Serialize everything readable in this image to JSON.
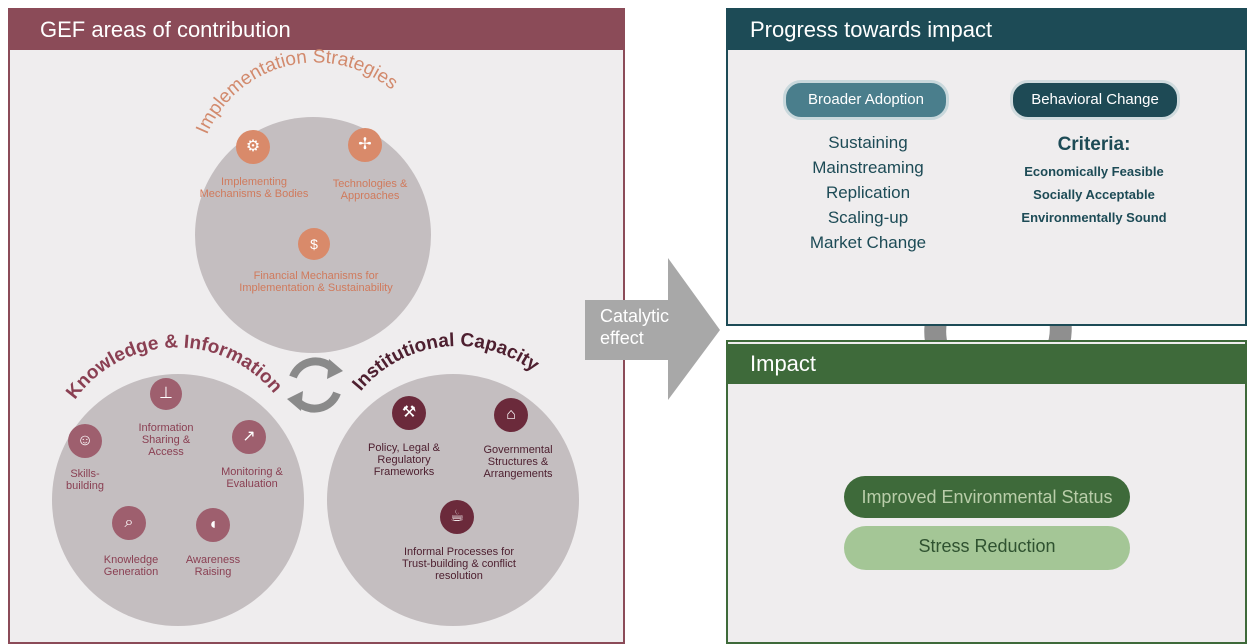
{
  "left": {
    "header": "GEF areas of contribution",
    "implementation": {
      "title": "Implementation Strategies",
      "items": [
        {
          "label": "Implementing Mechanisms & Bodies",
          "icon": "gears-icon"
        },
        {
          "label": "Technologies & Approaches",
          "icon": "wind-turbine-icon"
        },
        {
          "label": "Financial Mechanisms for Implementation & Sustainability",
          "icon": "money-bag-icon"
        }
      ]
    },
    "knowledge": {
      "title": "Knowledge & Information",
      "items": [
        {
          "label": "Information Sharing & Access",
          "icon": "org-chart-icon"
        },
        {
          "label": "Skills-building",
          "icon": "people-icon"
        },
        {
          "label": "Monitoring & Evaluation",
          "icon": "chart-icon"
        },
        {
          "label": "Knowledge Generation",
          "icon": "magnifier-icon"
        },
        {
          "label": "Awareness Raising",
          "icon": "megaphone-icon"
        }
      ]
    },
    "institutional": {
      "title": "Institutional Capacity",
      "items": [
        {
          "label": "Policy, Legal & Regulatory Frameworks",
          "icon": "gavel-icon"
        },
        {
          "label": "Governmental Structures & Arrangements",
          "icon": "government-building-icon"
        },
        {
          "label": "Informal Processes for Trust-building & conflict resolution",
          "icon": "coffee-cups-icon"
        }
      ]
    }
  },
  "catalytic": {
    "label_line1": "Catalytic",
    "label_line2": "effect"
  },
  "progress": {
    "header": "Progress towards impact",
    "broader": {
      "title": "Broader Adoption",
      "items": [
        "Sustaining",
        "Mainstreaming",
        "Replication",
        "Scaling-up",
        "Market Change"
      ]
    },
    "behavioral": {
      "title": "Behavioral Change",
      "criteria_label": "Criteria:",
      "items": [
        "Economically Feasible",
        "Socially Acceptable",
        "Environmentally Sound"
      ]
    }
  },
  "impact": {
    "header": "Impact",
    "improved": "Improved Environmental Status",
    "stress": "Stress Reduction"
  },
  "colors": {
    "gef_maroon": "#8b4b58",
    "progress_navy": "#1d4b56",
    "impact_green": "#3e6a3a",
    "stress_green": "#a4c696",
    "orange": "#d98a6a"
  }
}
